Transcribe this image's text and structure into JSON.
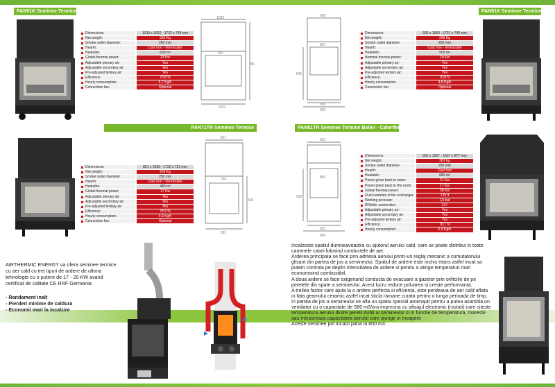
{
  "products": [
    {
      "label": "PAN91K Seminee Termice",
      "dims": {
        "top": "1030",
        "inner": "907",
        "bottom": "1037",
        "height": "862"
      },
      "specs": [
        {
          "k": "Dimensions:",
          "v": "1030 x 1662 - 1732 x 749 mm",
          "grey": true
        },
        {
          "k": "Net weight:",
          "v": "332 Kg"
        },
        {
          "k": "Smoke outlet diameter:",
          "v": "250 mm",
          "grey": true
        },
        {
          "k": "Hearth:",
          "v": "Cast Iron - Vermiculite"
        },
        {
          "k": "Heatable:",
          "v": "600 m³",
          "grey": true
        },
        {
          "k": "Global thermal power:",
          "v": "23 Kw"
        },
        {
          "k": "Adjustable primary air:",
          "v": "Yes"
        },
        {
          "k": "Adjustable secondary air:",
          "v": "Yes"
        },
        {
          "k": "Pre-adjusted tertiary air:",
          "v": "Yes"
        },
        {
          "k": "Efficiency:",
          "v": "70,8 %"
        },
        {
          "k": "Hourly consumption:",
          "v": "5,7 Kg/h"
        },
        {
          "k": "Connection fan:",
          "v": "Optional"
        }
      ]
    },
    {
      "label": "PAN81K Seminee Termice",
      "dims": {
        "top": "930",
        "inner": "807",
        "bottom": "930",
        "bottom2": "992",
        "height": "541"
      },
      "specs": [
        {
          "k": "Dimensions:",
          "v": "930 x 1660 - 1731 x 749 mm",
          "grey": true
        },
        {
          "k": "Net weight:",
          "v": "295 Kg"
        },
        {
          "k": "Smoke outlet diameter:",
          "v": "250 mm",
          "grey": true
        },
        {
          "k": "Hearth:",
          "v": "Cast Iron - Vermiculite"
        },
        {
          "k": "Heatable:",
          "v": "500 m³",
          "grey": true
        },
        {
          "k": "Nominal thermal power:",
          "v": "18 Kw"
        },
        {
          "k": "Adjustable primary air:",
          "v": "Yes"
        },
        {
          "k": "Adjustable secondary air:",
          "v": "Yes"
        },
        {
          "k": "Pre-adjusted tertiary air:",
          "v": "Yes"
        },
        {
          "k": "Efficiency:",
          "v": "70,8 %"
        },
        {
          "k": "Hourly consumption:",
          "v": "4,8 Kg/h"
        },
        {
          "k": "Connection fan:",
          "v": "Optional"
        }
      ]
    },
    {
      "label": "PAN71TR Seminee Termice",
      "dims": {
        "top": "817",
        "inner": "755",
        "bottom": "821",
        "height": "530"
      },
      "specs": [
        {
          "k": "Dimensions:",
          "v": "821 x 1662 - 1732 x 731 mm",
          "grey": true
        },
        {
          "k": "Net weight:",
          "v": "256 Kg"
        },
        {
          "k": "Smoke outlet diameter:",
          "v": "250 mm",
          "grey": true
        },
        {
          "k": "Hearth:",
          "v": "Cast Iron - Vermiculite"
        },
        {
          "k": "Heatable:",
          "v": "480 m³",
          "grey": true
        },
        {
          "k": "Global thermal power:",
          "v": "17 Kw"
        },
        {
          "k": "Adjustable primary air:",
          "v": "Yes"
        },
        {
          "k": "Adjustable secondary air:",
          "v": "Yes"
        },
        {
          "k": "Pre-adjusted tertiary air:",
          "v": "Yes"
        },
        {
          "k": "Efficiency:",
          "v": "78,9 %"
        },
        {
          "k": "Hourly consumption:",
          "v": "4,6 Kg/h"
        },
        {
          "k": "Connection fan:",
          "v": "Optional"
        }
      ]
    },
    {
      "label": "PAN81TR Seminee Termice Boiler - Calorifer",
      "dims": {
        "top": "922",
        "inner": "860",
        "bottom": "922",
        "bottom2": "992",
        "height": "530"
      },
      "specs": [
        {
          "k": "Dimensions:",
          "v": "922 x 1567 - 1637 x 877 mm",
          "grey": true
        },
        {
          "k": "Net weight:",
          "v": "363 Kg"
        },
        {
          "k": "Smoke outlet diameter:",
          "v": "250 mm",
          "grey": true
        },
        {
          "k": "Hearth:",
          "v": "Cast Iron"
        },
        {
          "k": "Heatable:",
          "v": "680 m³",
          "grey": true
        },
        {
          "k": "Power given back to water:",
          "v": "21 Kw"
        },
        {
          "k": "Power given back to the room:",
          "v": "17 Kw"
        },
        {
          "k": "Global thermal power:",
          "v": "38 Kw"
        },
        {
          "k": "Fluid contents of the exchanger:",
          "v": "125 lt"
        },
        {
          "k": "Working pressure:",
          "v": "1,5 bar"
        },
        {
          "k": "Ø Boiler connection:",
          "v": "1¼\""
        },
        {
          "k": "Adjustable primary air:",
          "v": "Yes"
        },
        {
          "k": "Adjustable secondary air:",
          "v": "Yes"
        },
        {
          "k": "Pre-adjusted tertiary air:",
          "v": "Yes"
        },
        {
          "k": "Efficiency:",
          "v": "78,7 %"
        },
        {
          "k": "Hourly consumption:",
          "v": "6,9 Kg/h"
        }
      ]
    }
  ],
  "intro": "AIRTHERMIC ENERGY va ofera seminee termice cu aer cald cu trei tipuri de ardere de ultima tehnologie cu o putere de 17 - 20 KW avand certificat de calitate CE RRF Germania",
  "bullets": [
    "- Randament inalt",
    "- Pierderi minime de caldura",
    "- Economii mari la incalzire"
  ],
  "paragraphs": [
    "Incalzeste spatiul dumneavoastra cu ajutorul aerului cald, care se poate distribui in toate camerele casei folosind conductele de aer.",
    "Arderea principala se face prin admisia aerului printr-un reglaj mecanic a comutatorului glisant din partea de jos a semineului. Spatiul de ardere este inchis etans astfel incat sa putem controla pe deplin intensitatea de ardere si pentru a atinge temperaturi mari economisind combustibil.",
    "A doua ardere se face oxigenand conducta de evacuare a gazelor prin orificiile de pe peretele din spate a semineului. Acest lucru reduce poluarea si creste performanta.",
    "A treilea factor care ajuta la o ardere perfecta si eficienta, este perdeaua de aer cald aflata in fata geamului ceramic astfel incat sticla ramane curata pentru o lunga perioada de timp.",
    "In partea de jos a semineului se afla un spatiu special amenajat pentru a putea asambla un ventilator cu o capacitate de 980 m3/ora impreuna cu afisajul electronic (rostati) care citeste temperatura aerului dintre peretii dubli ai semineului si in functie de temperatura, mareste sau micsoreaza capacitatea aerului care ajunge in incapere",
    "Aceste seminee pot incalzi pana la 600 m3."
  ],
  "colors": {
    "accent_green": "#76b82a",
    "accent_red": "#c4161c"
  }
}
